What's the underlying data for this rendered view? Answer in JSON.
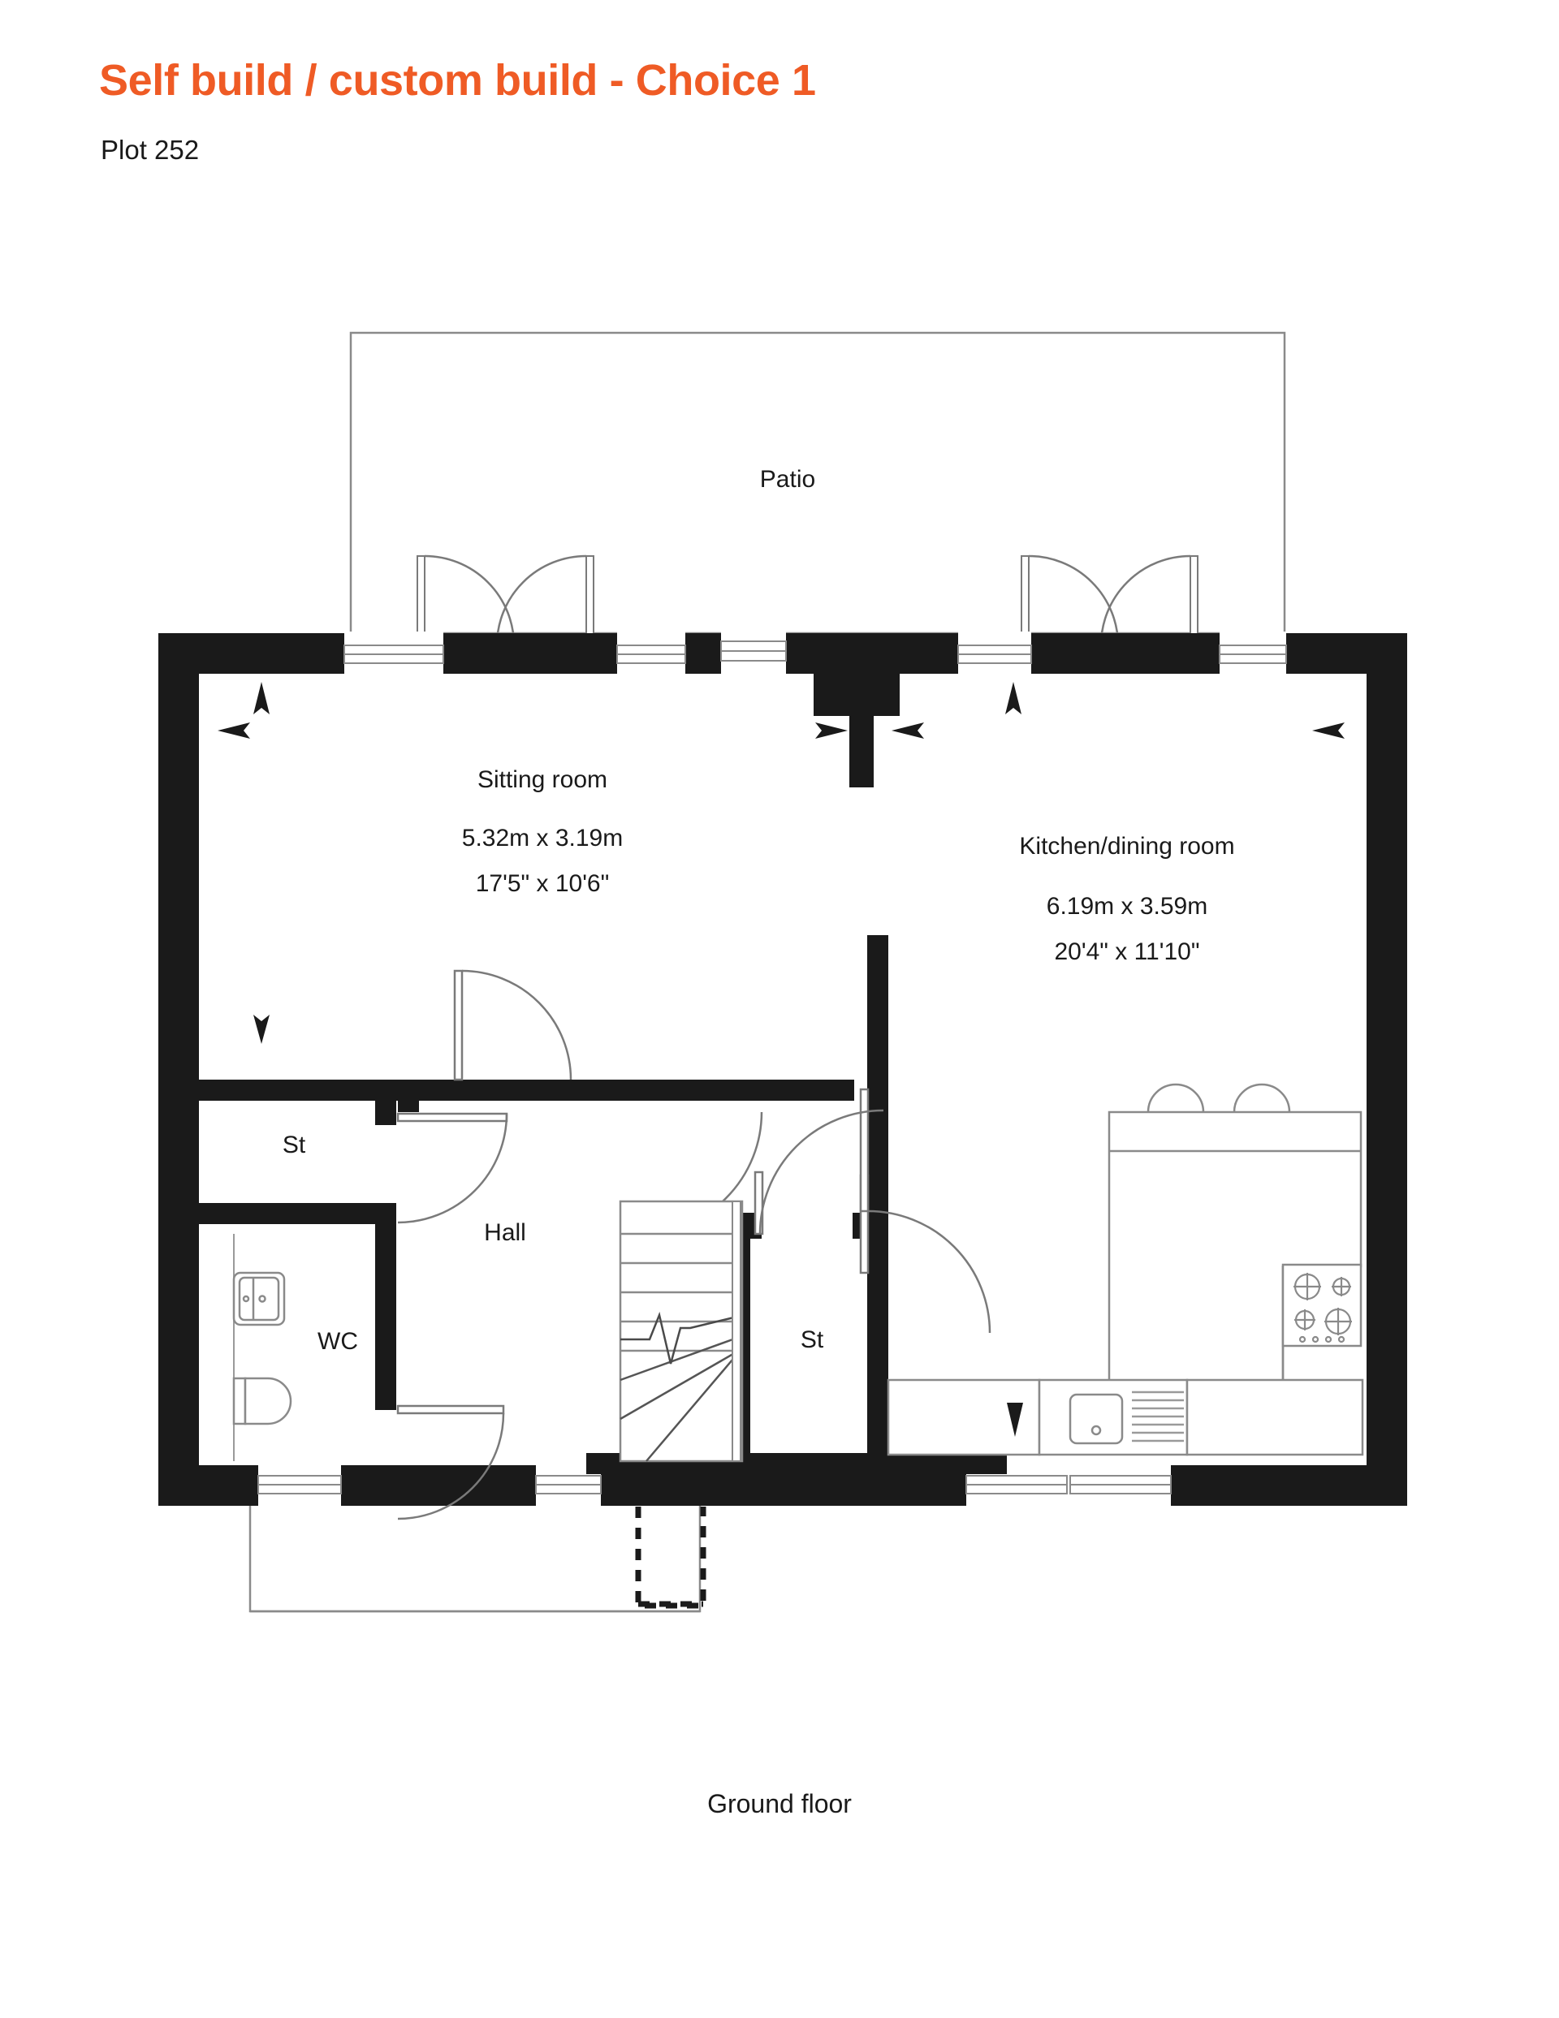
{
  "header": {
    "title": "Self build / custom build - Choice 1",
    "subtitle": "Plot 252",
    "title_color": "#ef5b25"
  },
  "plan": {
    "caption": "Ground floor",
    "outdoor": {
      "patio_label": "Patio"
    },
    "rooms": [
      {
        "key": "sitting_room",
        "name": "Sitting room",
        "dim_metric": "5.32m x 3.19m",
        "dim_imperial": "17'5\" x 10'6\""
      },
      {
        "key": "kitchen_dining",
        "name": "Kitchen/dining room",
        "dim_metric": "6.19m x 3.59m",
        "dim_imperial": "20'4\" x 11'10\""
      },
      {
        "key": "store_upper",
        "name": "St",
        "dim_metric": "",
        "dim_imperial": ""
      },
      {
        "key": "hall",
        "name": "Hall",
        "dim_metric": "",
        "dim_imperial": ""
      },
      {
        "key": "wc",
        "name": "WC",
        "dim_metric": "",
        "dim_imperial": ""
      },
      {
        "key": "store_stairs",
        "name": "St",
        "dim_metric": "",
        "dim_imperial": ""
      }
    ],
    "fixtures": [
      "kitchen-island",
      "bar-stool",
      "bar-stool",
      "hob",
      "sink-with-drainer",
      "worktop-run",
      "wc-basin",
      "wc-toilet",
      "staircase"
    ],
    "colors": {
      "wall": "#1a1a1a",
      "line": "#6b6b6b",
      "background": "#ffffff"
    }
  }
}
